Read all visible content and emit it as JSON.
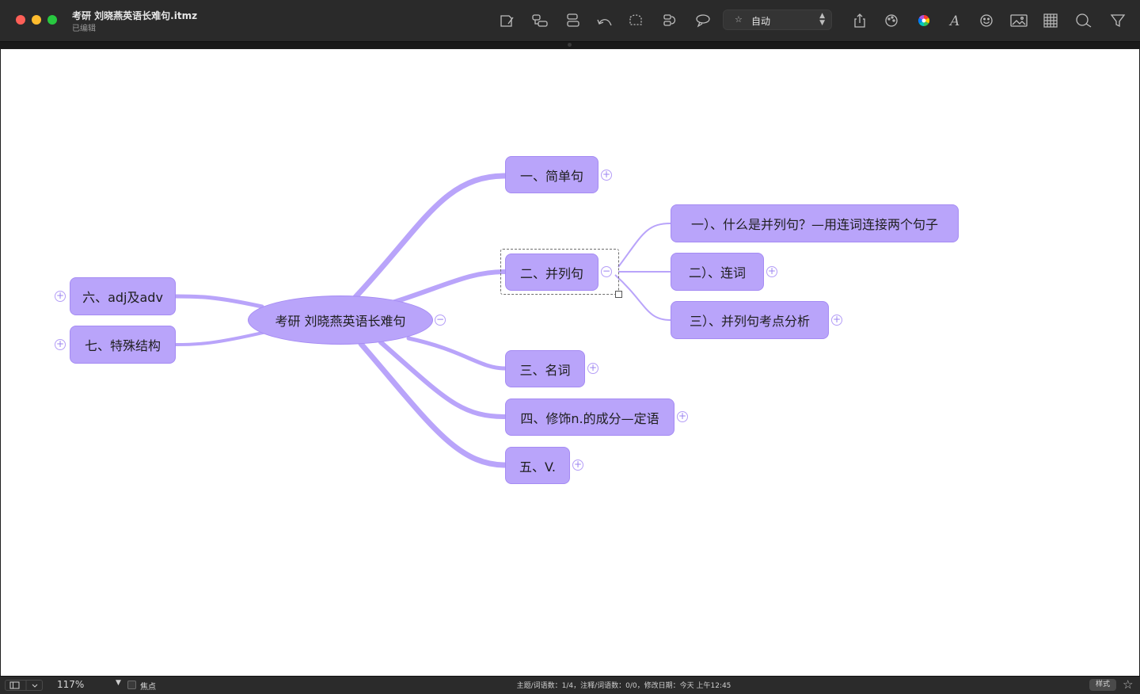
{
  "window": {
    "title": "考研 刘晓燕英语长难句.itmz",
    "subtitle": "已编辑"
  },
  "toolbar": {
    "icons": [
      "new-topic-icon",
      "add-child-icon",
      "add-sibling-icon",
      "undo-redo-icon",
      "boundary-icon",
      "relationship-icon",
      "callout-icon",
      "share-icon",
      "palette-icon",
      "color-wheel-icon",
      "font-icon",
      "emoji-icon",
      "image-icon",
      "table-icon",
      "search-icon",
      "filter-icon"
    ],
    "style_select": {
      "value": "自动"
    }
  },
  "mindmap": {
    "root": "考研 刘晓燕英语长难句",
    "right_branches": [
      {
        "label": "一、简单句",
        "collapsed": true
      },
      {
        "label": "二、并列句",
        "collapsed": false,
        "selected": true,
        "children": [
          {
            "label": "一）、什么是并列句？—用连词连接两个句子",
            "collapsed": false
          },
          {
            "label": "二）、连词",
            "collapsed": true
          },
          {
            "label": "三）、并列句考点分析",
            "collapsed": true
          }
        ]
      },
      {
        "label": "三、名词",
        "collapsed": true
      },
      {
        "label": "四、修饰n.的成分—定语",
        "collapsed": true
      },
      {
        "label": "五、V.",
        "collapsed": true
      }
    ],
    "left_branches": [
      {
        "label": "六、adj及adv",
        "collapsed": true
      },
      {
        "label": "七、特殊结构",
        "collapsed": true
      }
    ],
    "colors": {
      "node_fill": "#b9a4fa",
      "node_border": "#a58bf3",
      "link": "#b9a4fa"
    }
  },
  "statusbar": {
    "zoom": "117%",
    "focus_label": "焦点",
    "info": "主题/词语数：1/4，注释/词语数：0/0，修改日期：今天 上午12:45",
    "style_button": "样式"
  }
}
